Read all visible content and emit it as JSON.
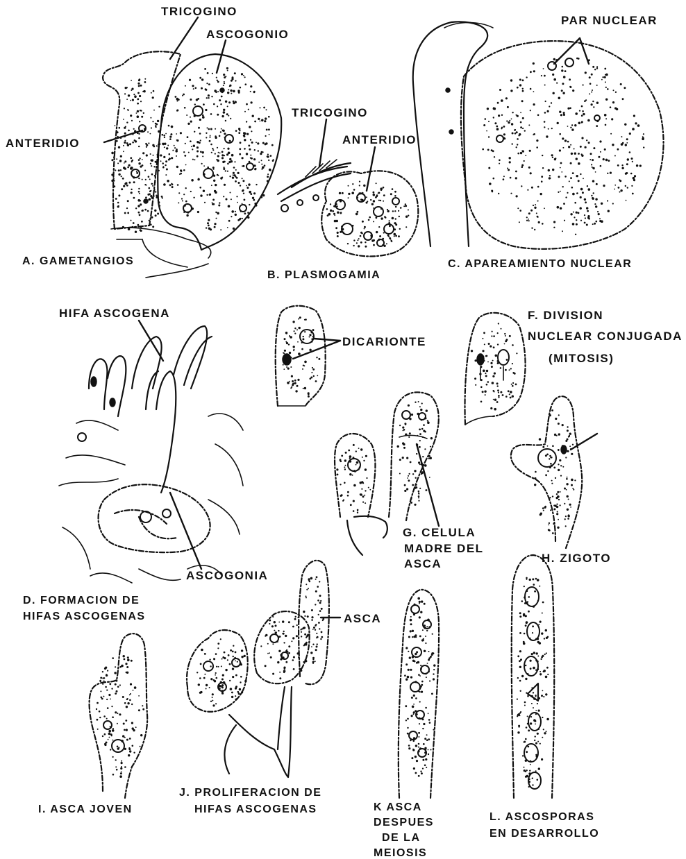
{
  "colors": {
    "ink": "#111111",
    "paper": "#ffffff"
  },
  "panels": {
    "A": {
      "caption": "A. GAMETANGIOS",
      "labels": {
        "tricogino": "TRICOGINO",
        "ascogonio": "ASCOGONIO",
        "anteridio": "ANTERIDIO"
      }
    },
    "B": {
      "caption": "B. PLASMOGAMIA",
      "labels": {
        "tricogino": "TRICOGINO",
        "anteridio": "ANTERIDIO"
      }
    },
    "C": {
      "caption": "C. APAREAMIENTO NUCLEAR",
      "labels": {
        "par_nuclear": "PAR NUCLEAR"
      }
    },
    "D": {
      "caption_lines": [
        "D. FORMACION DE",
        "HIFAS ASCOGENAS"
      ],
      "labels": {
        "hifa_ascogena": "HIFA ASCOGENA",
        "ascogonia": "ASCOGONIA"
      }
    },
    "E": {
      "labels": {
        "dicarionte": "DICARIONTE"
      }
    },
    "F": {
      "caption_lines": [
        "F. DIVISION",
        "NUCLEAR CONJUGADA",
        "(MITOSIS)"
      ]
    },
    "G": {
      "caption_lines": [
        "G. CELULA",
        "MADRE DEL",
        "ASCA"
      ]
    },
    "H": {
      "caption": "H. ZIGOTO"
    },
    "I": {
      "caption": "I. ASCA JOVEN"
    },
    "J": {
      "caption_lines": [
        "J. PROLIFERACION DE",
        "HIFAS ASCOGENAS"
      ],
      "labels": {
        "asca": "ASCA"
      }
    },
    "K": {
      "caption_lines": [
        "K  ASCA",
        "DESPUES",
        "DE LA",
        "MEIOSIS"
      ]
    },
    "L": {
      "caption_lines": [
        "L. ASCOSPORAS",
        "EN DESARROLLO"
      ]
    }
  }
}
